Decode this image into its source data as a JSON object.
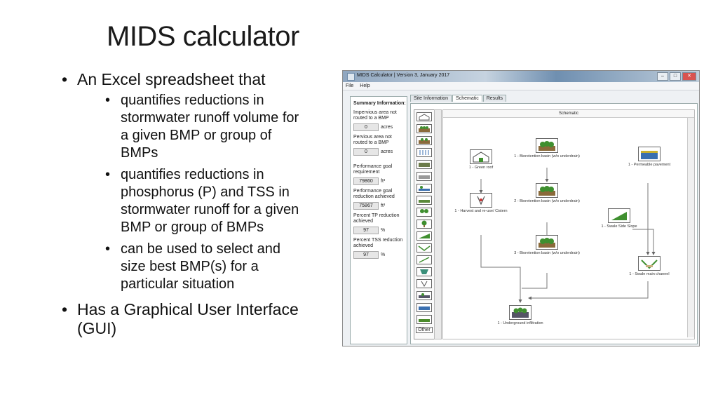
{
  "slide": {
    "title": "MIDS calculator",
    "bullet1": "An Excel spreadsheet that",
    "sub1": "quantifies reductions in stormwater runoff volume for a given BMP or group of BMPs",
    "sub2": "quantifies reductions in phosphorus (P) and TSS in stormwater runoff for a given BMP or group of BMPs",
    "sub3": "can be used to select and size best BMP(s) for a particular situation",
    "bullet2": "Has a Graphical User Interface (GUI)"
  },
  "app": {
    "window_title": "MIDS Calculator | Version 3, January 2017",
    "menu": [
      "File",
      "Help"
    ],
    "tabs": [
      "Site Information",
      "Schematic",
      "Results"
    ],
    "schematic_header": "Schematic",
    "other_label": "Other",
    "summary": {
      "heading": "Summary Information:",
      "items": [
        {
          "label": "Impervious area not routed to a BMP",
          "value": "0",
          "unit": "acres"
        },
        {
          "label": "Pervious area not routed to a BMP",
          "value": "0",
          "unit": "acres"
        },
        {
          "label": "Performance goal requirement",
          "value": "79860",
          "unit": "ft³"
        },
        {
          "label": "Performance goal reduction achieved",
          "value": "75867",
          "unit": "ft³"
        },
        {
          "label": "Percent TP reduction achieved",
          "value": "97",
          "unit": "%"
        },
        {
          "label": "Percent TSS reduction achieved",
          "value": "97",
          "unit": "%"
        }
      ]
    },
    "nodes": {
      "green_roof": "1 - Green roof",
      "bio1": "1 - Bioretention basin (w/o underdrain)",
      "bio2": "2 - Bioretention basin (w/o underdrain)",
      "bio3": "3 - Bioretention basin (w/o underdrain)",
      "harvest": "1 - Harvest and re-use/ Cistern",
      "permeable": "1 - Permeable pavement",
      "swale_side": "1 - Swale Side Slope",
      "swale_main": "1 - Swale main channel",
      "underground": "1 - Underground infiltration"
    },
    "colors": {
      "icon_green": "#3f8f2f",
      "icon_brown": "#8a6a3a",
      "icon_blue": "#3a6fb0"
    }
  }
}
